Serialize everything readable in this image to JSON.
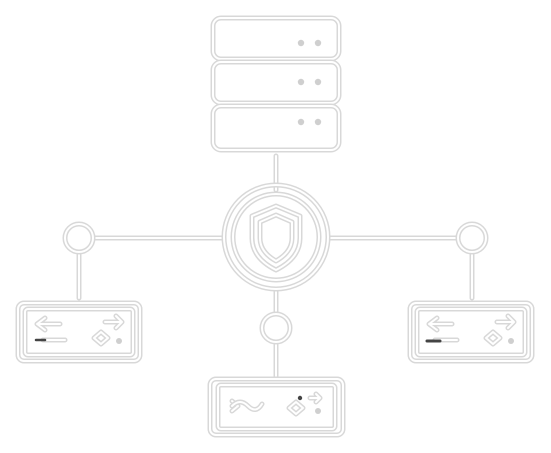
{
  "diagram": {
    "type": "network-topology",
    "nodes": [
      {
        "id": "server-stack",
        "icon": "server-rack-icon",
        "units": 3
      },
      {
        "id": "firewall-hub",
        "icon": "shield-icon"
      },
      {
        "id": "switch-left",
        "icon": "network-switch-icon"
      },
      {
        "id": "switch-right",
        "icon": "network-switch-icon"
      },
      {
        "id": "switch-bottom",
        "icon": "network-switch-icon"
      }
    ],
    "connectors": [
      {
        "from": "firewall-hub",
        "to": "server-stack"
      },
      {
        "from": "firewall-hub",
        "to": "switch-left",
        "via": "junction-left"
      },
      {
        "from": "firewall-hub",
        "to": "switch-right",
        "via": "junction-right"
      },
      {
        "from": "firewall-hub",
        "to": "switch-bottom",
        "via": "junction-bottom"
      }
    ],
    "colors": {
      "background": "#ffffff",
      "line": "#d8d8d8",
      "accent": "#444444"
    }
  }
}
